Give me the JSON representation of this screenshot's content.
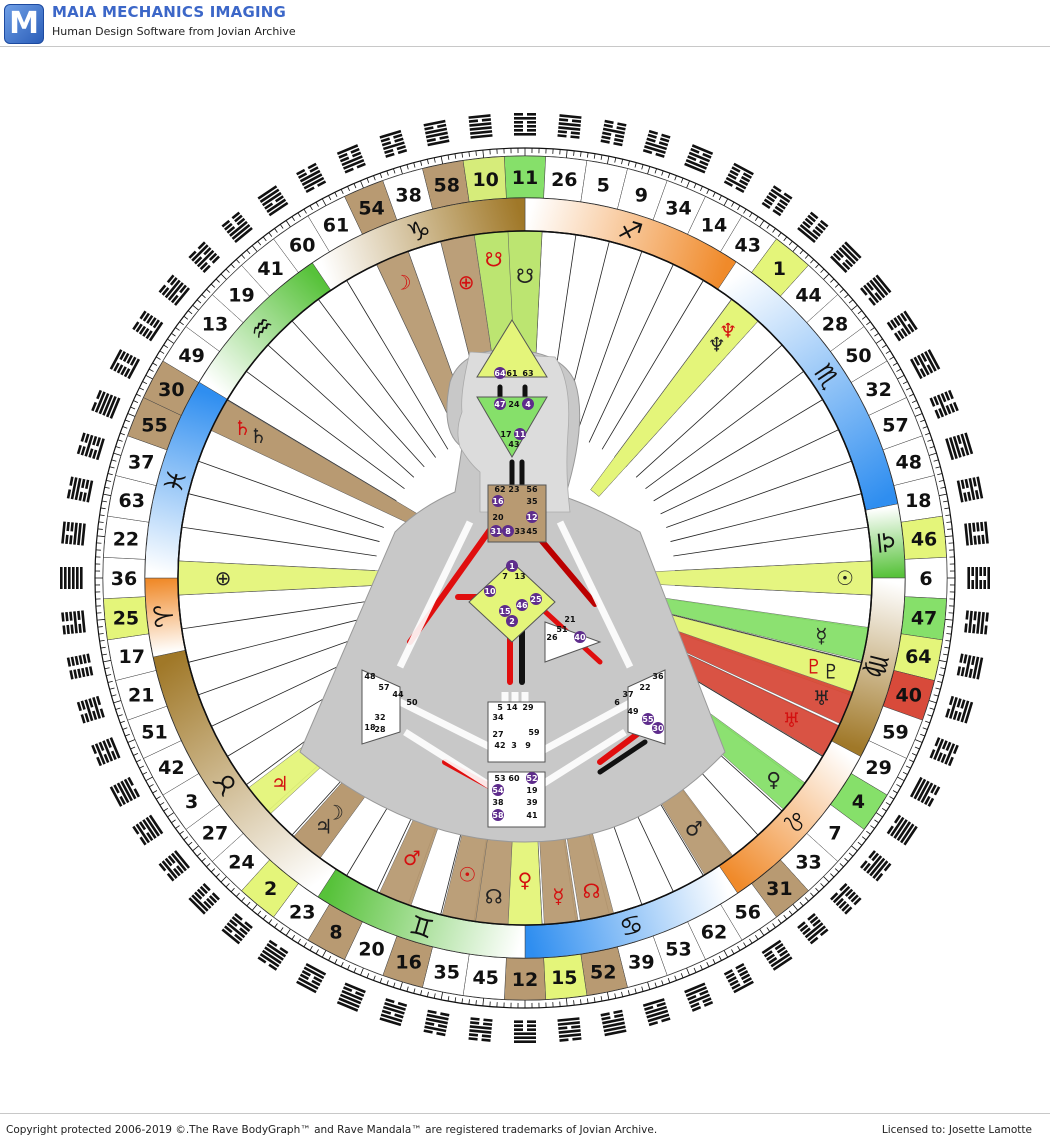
{
  "app": {
    "logo_letter": "M",
    "title": "MAIA MECHANICS IMAGING",
    "subtitle": "Human Design Software from Jovian Archive"
  },
  "footer": {
    "copyright": "Copyright protected 2006-2019 ©.The Rave BodyGraph™ and Rave Mandala™ are registered trademarks of Jovian Archive.",
    "license": "Licensed to: Josette Lamotte"
  },
  "mandala": {
    "gates_clockwise_from_top": [
      11,
      26,
      5,
      9,
      34,
      14,
      43,
      1,
      44,
      28,
      50,
      32,
      57,
      48,
      18,
      46,
      6,
      47,
      64,
      40,
      59,
      29,
      4,
      7,
      33,
      31,
      56,
      62,
      53,
      39,
      52,
      15,
      12,
      45,
      35,
      16,
      20,
      8,
      23,
      2,
      24,
      27,
      3,
      42,
      51,
      21,
      17,
      25,
      36,
      22,
      63,
      37,
      55,
      30,
      49,
      13,
      19,
      41,
      60,
      61,
      54,
      38,
      58,
      10
    ],
    "gate_highlights": {
      "10": "#d6ec7a",
      "11": "#86e06a",
      "58": "#b89a72",
      "54": "#b89a72",
      "1": "#e4f57a",
      "46": "#e4f57a",
      "47": "#86e06a",
      "64": "#e4f57a",
      "40": "#d84a3a",
      "4": "#86e06a",
      "31": "#b89a72",
      "52": "#b89a72",
      "15": "#e4f57a",
      "12": "#b89a72",
      "16": "#b89a72",
      "8": "#b89a72",
      "2": "#e4f57a",
      "25": "#e4f57a",
      "55": "#b89a72",
      "30": "#b89a72"
    },
    "zodiac": [
      {
        "glyph": "♐",
        "a0": 0,
        "a1": 33.75,
        "color": "#f08a2a"
      },
      {
        "glyph": "♏",
        "a0": 33.75,
        "a1": 78.75,
        "color": "#2f8ef0"
      },
      {
        "glyph": "♎",
        "a0": 78.75,
        "a1": 90,
        "color": "#57c23a"
      },
      {
        "glyph": "♍",
        "a0": 90,
        "a1": 118,
        "color": "#a07828"
      },
      {
        "glyph": "♌",
        "a0": 118,
        "a1": 146,
        "color": "#f08a2a"
      },
      {
        "glyph": "♋",
        "a0": 146,
        "a1": 180,
        "color": "#2f8ef0"
      },
      {
        "glyph": "♊",
        "a0": 180,
        "a1": 213,
        "color": "#57c23a"
      },
      {
        "glyph": "♉",
        "a0": 213,
        "a1": 258,
        "color": "#a07828"
      },
      {
        "glyph": "♈",
        "a0": 258,
        "a1": 270,
        "color": "#f08a2a"
      },
      {
        "glyph": "♓",
        "a0": 270,
        "a1": 301,
        "color": "#2f8ef0"
      },
      {
        "glyph": "♒",
        "a0": 301,
        "a1": 326,
        "color": "#57c23a"
      },
      {
        "glyph": "♑",
        "a0": 326,
        "a1": 360,
        "color": "#a07828"
      }
    ],
    "planet_rays": [
      {
        "angle": -11.25,
        "color": "#b89a72",
        "glyph": "⊕",
        "gcolor": "#d41010"
      },
      {
        "angle": -5.6,
        "color": "#b9e46a",
        "glyph": "☋",
        "gcolor": "#d41010"
      },
      {
        "angle": 0,
        "color": "#b9e46a",
        "glyph": "☋",
        "gcolor": "#222"
      },
      {
        "angle": -22.5,
        "color": "#b89a72",
        "glyph": "☽",
        "gcolor": "#d41010"
      },
      {
        "angle": 39.4,
        "color": "#e4f57a",
        "glyph": "♆",
        "gcolor": "#222"
      },
      {
        "angle": 39.4,
        "color": "#e4f57a",
        "glyph": "♆",
        "gcolor": "#d41010"
      },
      {
        "angle": -62,
        "color": "#b89a72",
        "glyph": "♄",
        "gcolor": "#222"
      },
      {
        "angle": -62,
        "color": "#b89a72",
        "glyph": "♄",
        "gcolor": "#d41010"
      },
      {
        "angle": -90,
        "color": "#e4f57a",
        "glyph": "⊕",
        "gcolor": "#222"
      },
      {
        "angle": 90,
        "color": "#e4f57a",
        "glyph": "☉",
        "gcolor": "#222"
      },
      {
        "angle": 101,
        "color": "#86e06a",
        "glyph": "☿",
        "gcolor": "#222"
      },
      {
        "angle": 107,
        "color": "#e4f57a",
        "glyph": "♇",
        "gcolor": "#222"
      },
      {
        "angle": 107,
        "color": "#e4f57a",
        "glyph": "♇",
        "gcolor": "#d41010"
      },
      {
        "angle": 112,
        "color": "#d84a3a",
        "glyph": "♅",
        "gcolor": "#222"
      },
      {
        "angle": 118,
        "color": "#d84a3a",
        "glyph": "♅",
        "gcolor": "#d41010"
      },
      {
        "angle": 129,
        "color": "#86e06a",
        "glyph": "♀",
        "gcolor": "#222"
      },
      {
        "angle": 146,
        "color": "#b89a72",
        "glyph": "♂",
        "gcolor": "#222"
      },
      {
        "angle": 174,
        "color": "#b89a72",
        "glyph": "☿",
        "gcolor": "#d41010"
      },
      {
        "angle": 180,
        "color": "#e4f57a",
        "glyph": "♀",
        "gcolor": "#d41010"
      },
      {
        "angle": 185.6,
        "color": "#b89a72",
        "glyph": "☊",
        "gcolor": "#222"
      },
      {
        "angle": 191,
        "color": "#b89a72",
        "glyph": "☉",
        "gcolor": "#d41010"
      },
      {
        "angle": 168,
        "color": "#b89a72",
        "glyph": "☊",
        "gcolor": "#d41010"
      },
      {
        "angle": 202,
        "color": "#b89a72",
        "glyph": "♂",
        "gcolor": "#d41010"
      },
      {
        "angle": 219,
        "color": "#b89a72",
        "glyph": "♃",
        "gcolor": "#222"
      },
      {
        "angle": 219,
        "color": "#b89a72",
        "glyph": "☽",
        "gcolor": "#222"
      },
      {
        "angle": 230,
        "color": "#e4f57a",
        "glyph": "♃",
        "gcolor": "#d41010"
      }
    ],
    "bodygraph_gates": {
      "head": [
        "64",
        "61",
        "63"
      ],
      "ajna": [
        "47",
        "24",
        "4",
        "17",
        "11",
        "43"
      ],
      "throat": [
        "62",
        "23",
        "56",
        "16",
        "35",
        "20",
        "12",
        "31",
        "8",
        "33",
        "45"
      ],
      "g": [
        "1",
        "7",
        "13",
        "10",
        "15",
        "46",
        "25",
        "2"
      ],
      "ego": [
        "21",
        "51",
        "26",
        "40"
      ],
      "spleen": [
        "48",
        "57",
        "44",
        "50",
        "32",
        "28",
        "18"
      ],
      "sacral": [
        "5",
        "14",
        "29",
        "34",
        "27",
        "59",
        "42",
        "3",
        "9"
      ],
      "solar": [
        "36",
        "22",
        "37",
        "6",
        "49",
        "55",
        "30"
      ],
      "root": [
        "53",
        "60",
        "52",
        "54",
        "19",
        "38",
        "39",
        "58",
        "41"
      ]
    }
  }
}
